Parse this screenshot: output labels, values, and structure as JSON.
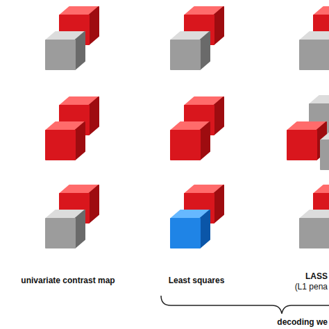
{
  "diagram": {
    "labels": [
      "univariate contrast map",
      "Least squares",
      "LASS",
      "(L1 pena",
      "decoding we"
    ]
  }
}
